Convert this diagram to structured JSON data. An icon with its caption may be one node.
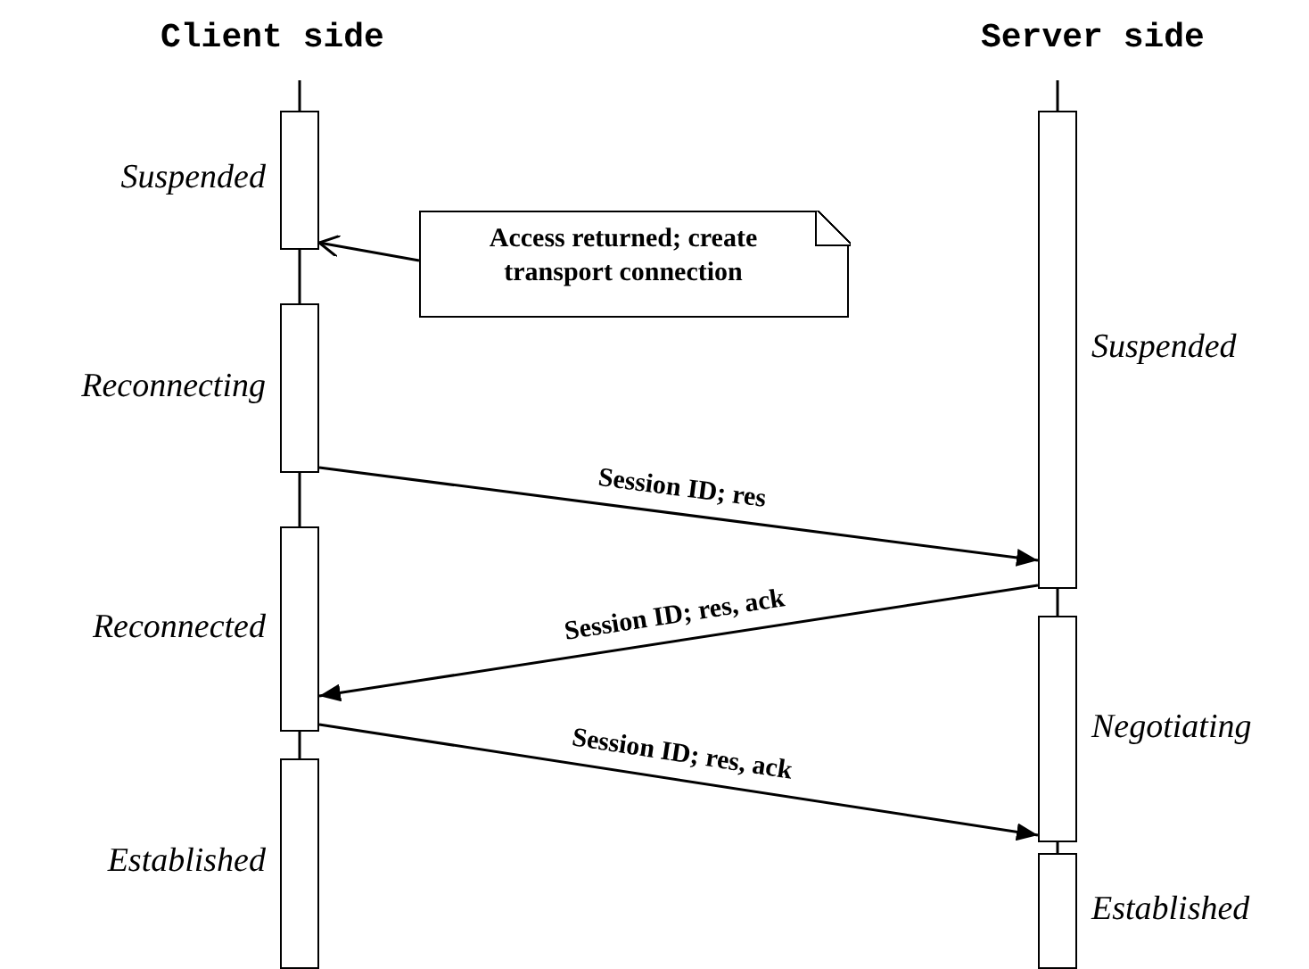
{
  "diagram": {
    "nodes": [
      {
        "text": [],
        "shape": "bar",
        "beside": [
          "Suspended"
        ]
      },
      {
        "text": [],
        "shape": "bar",
        "beside": [
          "Reconnecting"
        ]
      },
      {
        "text": [],
        "shape": "bar",
        "beside": [
          "Reconnected"
        ]
      },
      {
        "text": [],
        "shape": "bar",
        "beside": [
          "Established"
        ]
      },
      {
        "text": [],
        "shape": "bar",
        "beside": [
          "Suspended"
        ]
      },
      {
        "text": [],
        "shape": "bar",
        "beside": [
          "Negotiating"
        ]
      },
      {
        "text": [],
        "shape": "bar",
        "beside": [
          "Established"
        ]
      },
      {
        "text": [
          "Access returned; create transport connection"
        ]
      }
    ],
    "edges": [
      {
        "from": 7,
        "to": 0,
        "arrow": "to"
      },
      {
        "from": 1,
        "to": 4,
        "arrow": "to",
        "label": "Session ID; res"
      },
      {
        "from": 4,
        "to": 2,
        "arrow": "to",
        "label": "Session ID; res, ack"
      },
      {
        "from": 2,
        "to": 5,
        "arrow": "to",
        "label": "Session ID; res, ack"
      }
    ],
    "labels": [
      "Client side",
      "Server side"
    ]
  }
}
